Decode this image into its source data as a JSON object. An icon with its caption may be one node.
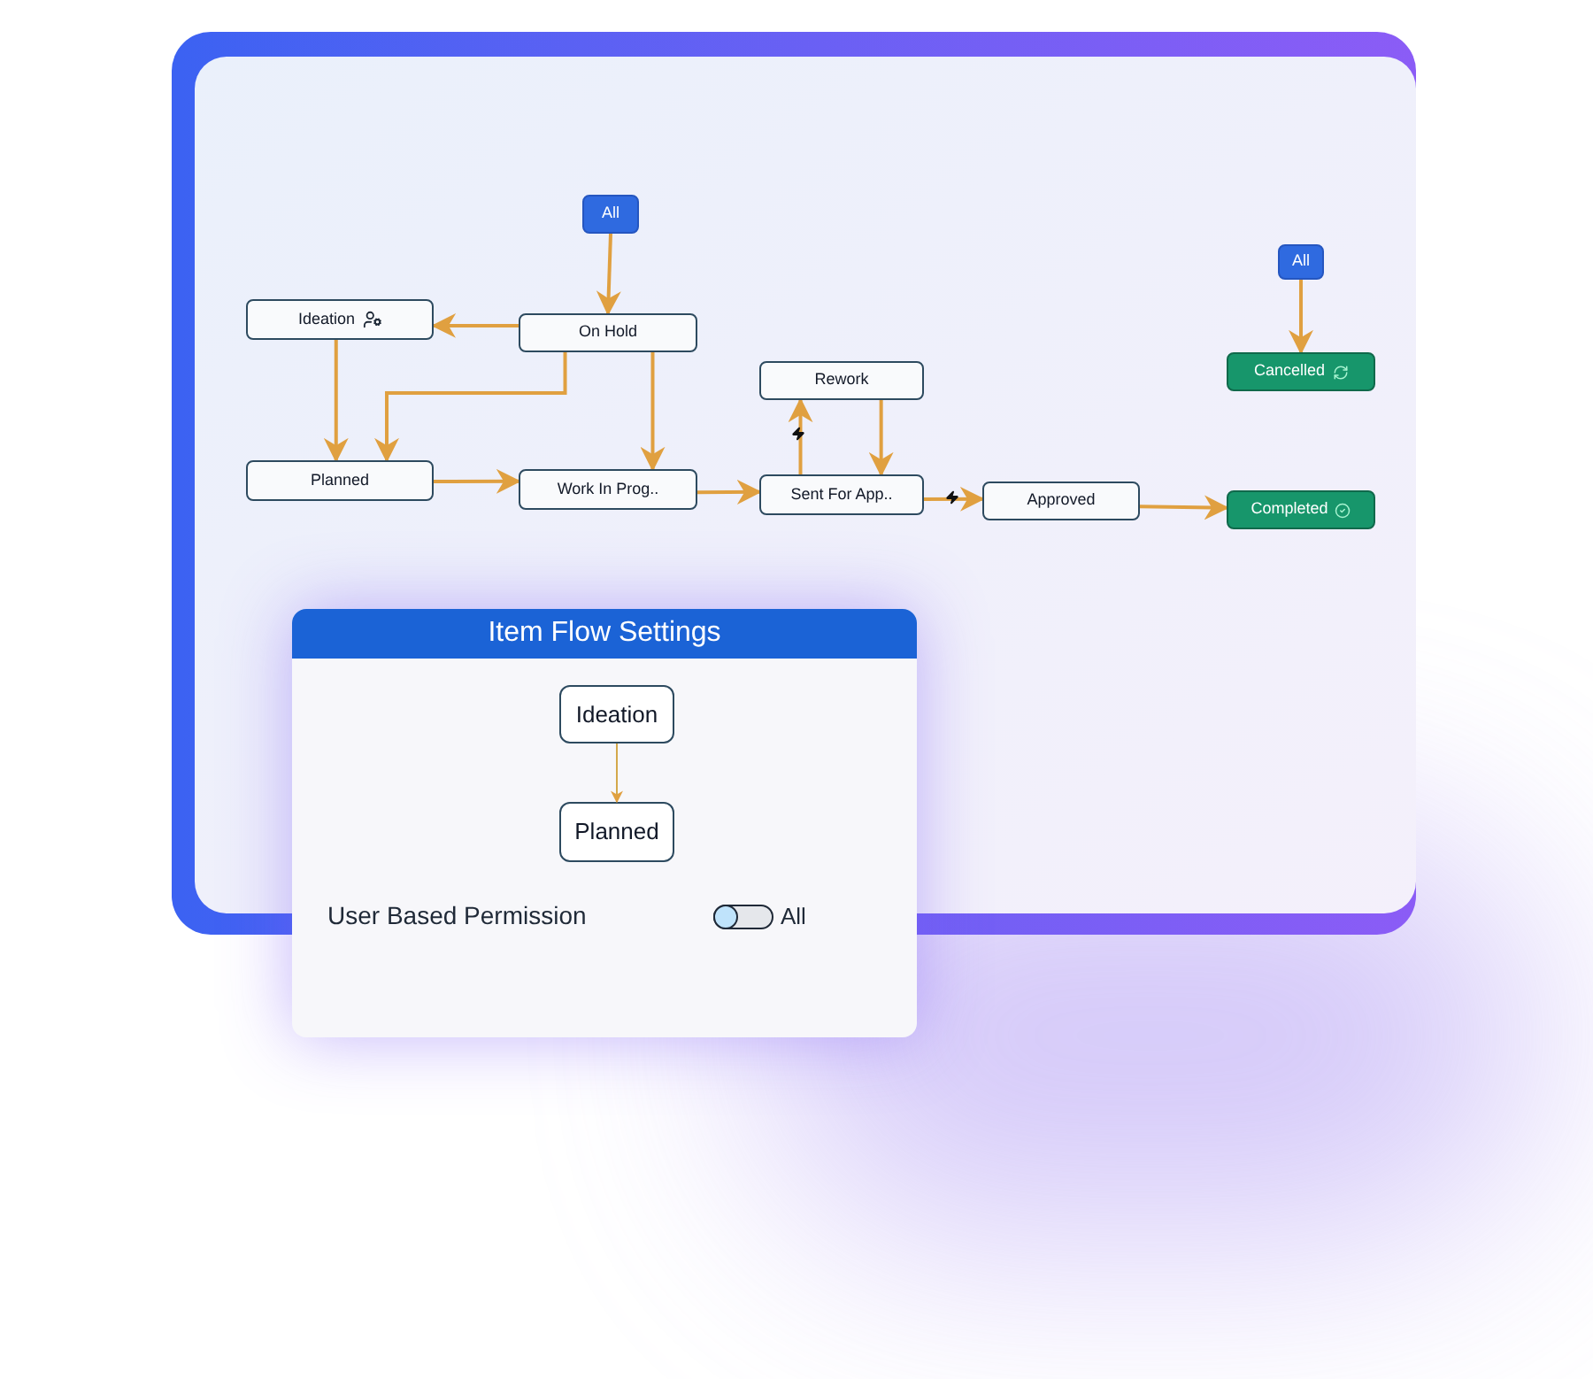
{
  "diagram": {
    "nodes": [
      {
        "text": [
          "All"
        ]
      },
      {
        "text": [
          "Ideation"
        ]
      },
      {
        "text": [
          "On Hold"
        ]
      },
      {
        "text": [
          "Planned"
        ]
      },
      {
        "text": [
          "Work In Prog.."
        ]
      },
      {
        "text": [
          "Rework"
        ]
      },
      {
        "text": [
          "Sent For App.."
        ]
      },
      {
        "text": [
          "Approved"
        ]
      },
      {
        "text": [
          "All"
        ]
      },
      {
        "text": [
          "Cancelled"
        ]
      },
      {
        "text": [
          "Completed"
        ]
      },
      {
        "text": [
          "Item Flow Settings"
        ]
      },
      {
        "text": [
          "Ideation"
        ],
        "in": 11
      },
      {
        "text": [
          "Planned"
        ],
        "in": 11
      }
    ],
    "edges": [
      {
        "from": 0,
        "to": 2,
        "arrow": "to"
      },
      {
        "from": 2,
        "to": 1,
        "arrow": "to"
      },
      {
        "from": 1,
        "to": 3,
        "arrow": "to"
      },
      {
        "from": 2,
        "to": 3,
        "arrow": "to"
      },
      {
        "from": 2,
        "to": 4,
        "arrow": "to"
      },
      {
        "from": 3,
        "to": 4,
        "arrow": "to"
      },
      {
        "from": 4,
        "to": 6,
        "arrow": "to"
      },
      {
        "from": 6,
        "to": 5,
        "arrow": "to"
      },
      {
        "from": 5,
        "to": 6,
        "arrow": "to"
      },
      {
        "from": 6,
        "to": 7,
        "arrow": "to"
      },
      {
        "from": 7,
        "to": 10,
        "arrow": "to"
      },
      {
        "from": 8,
        "to": 9,
        "arrow": "to"
      },
      {
        "from": 12,
        "to": 13,
        "arrow": "to"
      }
    ],
    "labels": [
      "User Based Permission",
      "All"
    ]
  }
}
